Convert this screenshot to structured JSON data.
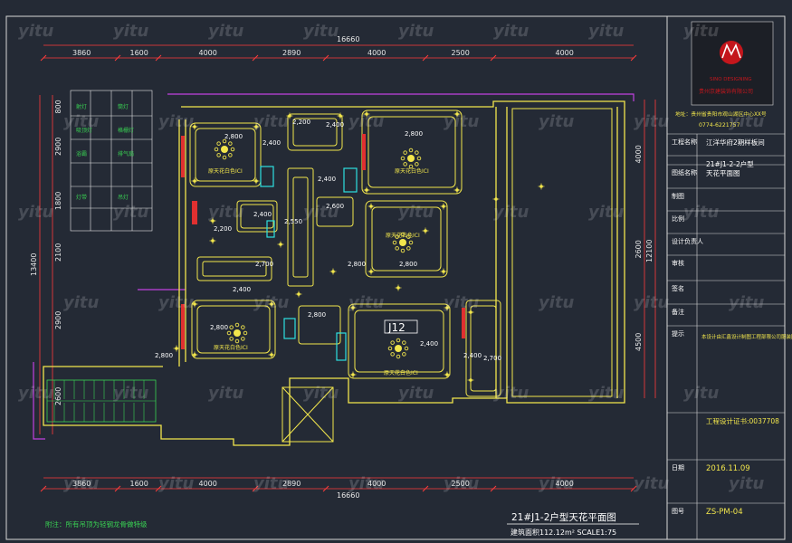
{
  "dims": {
    "top_total": "16660",
    "top_segments": [
      "3860",
      "1600",
      "4000",
      "2890",
      "4000",
      "2500",
      "4000"
    ],
    "bottom_total": "16660",
    "bottom_segments": [
      "3860",
      "1600",
      "4000",
      "2890",
      "4000",
      "2500",
      "4000"
    ],
    "left_total": "13400",
    "left_segments": [
      "800",
      "2900",
      "1800",
      "2100",
      "2900",
      "2600"
    ],
    "right_total": "12100",
    "right_segments": [
      "4000",
      "2600",
      "4500"
    ]
  },
  "ceiling_heights": [
    "2,800",
    "2,400",
    "2,200",
    "2,400",
    "2,800",
    "2,400",
    "2,200",
    "2,400",
    "2,550",
    "2,600",
    "2,800",
    "2,700",
    "2,400",
    "2,800",
    "2,800",
    "2,400",
    "2,800",
    "2,400",
    "2,700",
    "2,800"
  ],
  "lamp_labels": [
    "原天花白色ICI",
    "原天花白色ICI",
    "原天花白色ICI",
    "原天花白色ICI",
    "原天花白色ICI"
  ],
  "room_tag": "J12",
  "plan_title": "21#J1-2户型天花平面图",
  "plan_subtitle": "建筑面积112.12m²  SCALE1:75",
  "footnote": "附注：所有吊顶为轻钢龙骨做特级",
  "legend_labels": [
    "射灯",
    "筒灯",
    "吸顶灯",
    "格栅灯",
    "浴霸",
    "排气扇",
    "灯带",
    "吊灯"
  ],
  "title_block": {
    "company_en": "SINO DESIGNING",
    "company_cn": "贵州京建装饰有限公司",
    "address": "地址：贵州省贵阳市观山湖区中心XX号",
    "phone": "0774-6221757",
    "rows": [
      {
        "label": "工程名称",
        "value": "江洋华府2期样板间"
      },
      {
        "label": "",
        "value": "21#J1-2-2户型"
      },
      {
        "label": "图纸名称",
        "value": "天花平面图"
      },
      {
        "label": "制图",
        "value": ""
      },
      {
        "label": "比例",
        "value": ""
      },
      {
        "label": "设计负责人",
        "value": ""
      },
      {
        "label": "审核",
        "value": ""
      },
      {
        "label": "签名",
        "value": ""
      },
      {
        "label": "备注",
        "value": ""
      },
      {
        "label": "提示",
        "value": "本设计由汇鑫设计制图工程部限公司服装国际，未经许可不得使用"
      },
      {
        "label": "",
        "value": "工程设计证书:0037708"
      },
      {
        "label": "日期",
        "value": "2016.11.09"
      },
      {
        "label": "图号",
        "value": "ZS-PM-04"
      }
    ]
  },
  "watermark": "yitu",
  "colors": {
    "background": "#242a35",
    "wall": "#f2e64c",
    "dimension": "#ff3b3b",
    "partition": "#c040e0",
    "fixture": "#2de0e0",
    "green": "#39d353"
  }
}
